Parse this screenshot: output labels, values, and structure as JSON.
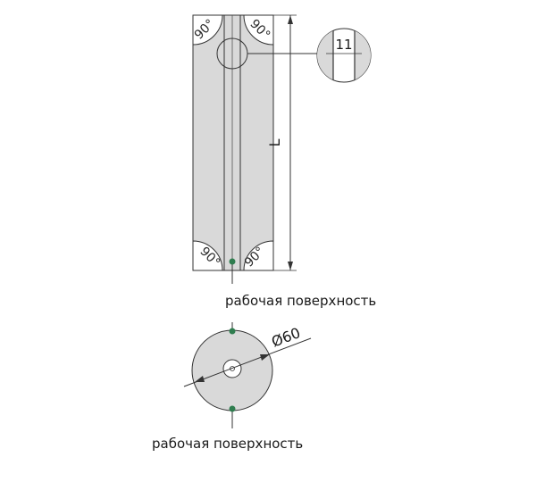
{
  "colors": {
    "fill": "#d9d9d9",
    "stroke": "#333333",
    "marker": "#2f7d4f",
    "background": "#ffffff"
  },
  "angles": {
    "top_left": "90°",
    "top_right": "90°",
    "bottom_left": "90°",
    "bottom_right": "90°"
  },
  "dimensions": {
    "length_label": "L",
    "detail_label": "11",
    "diameter_label": "Ø60"
  },
  "captions": {
    "side_view": "рабочая поверхность",
    "end_view": "рабочая поверхность"
  }
}
